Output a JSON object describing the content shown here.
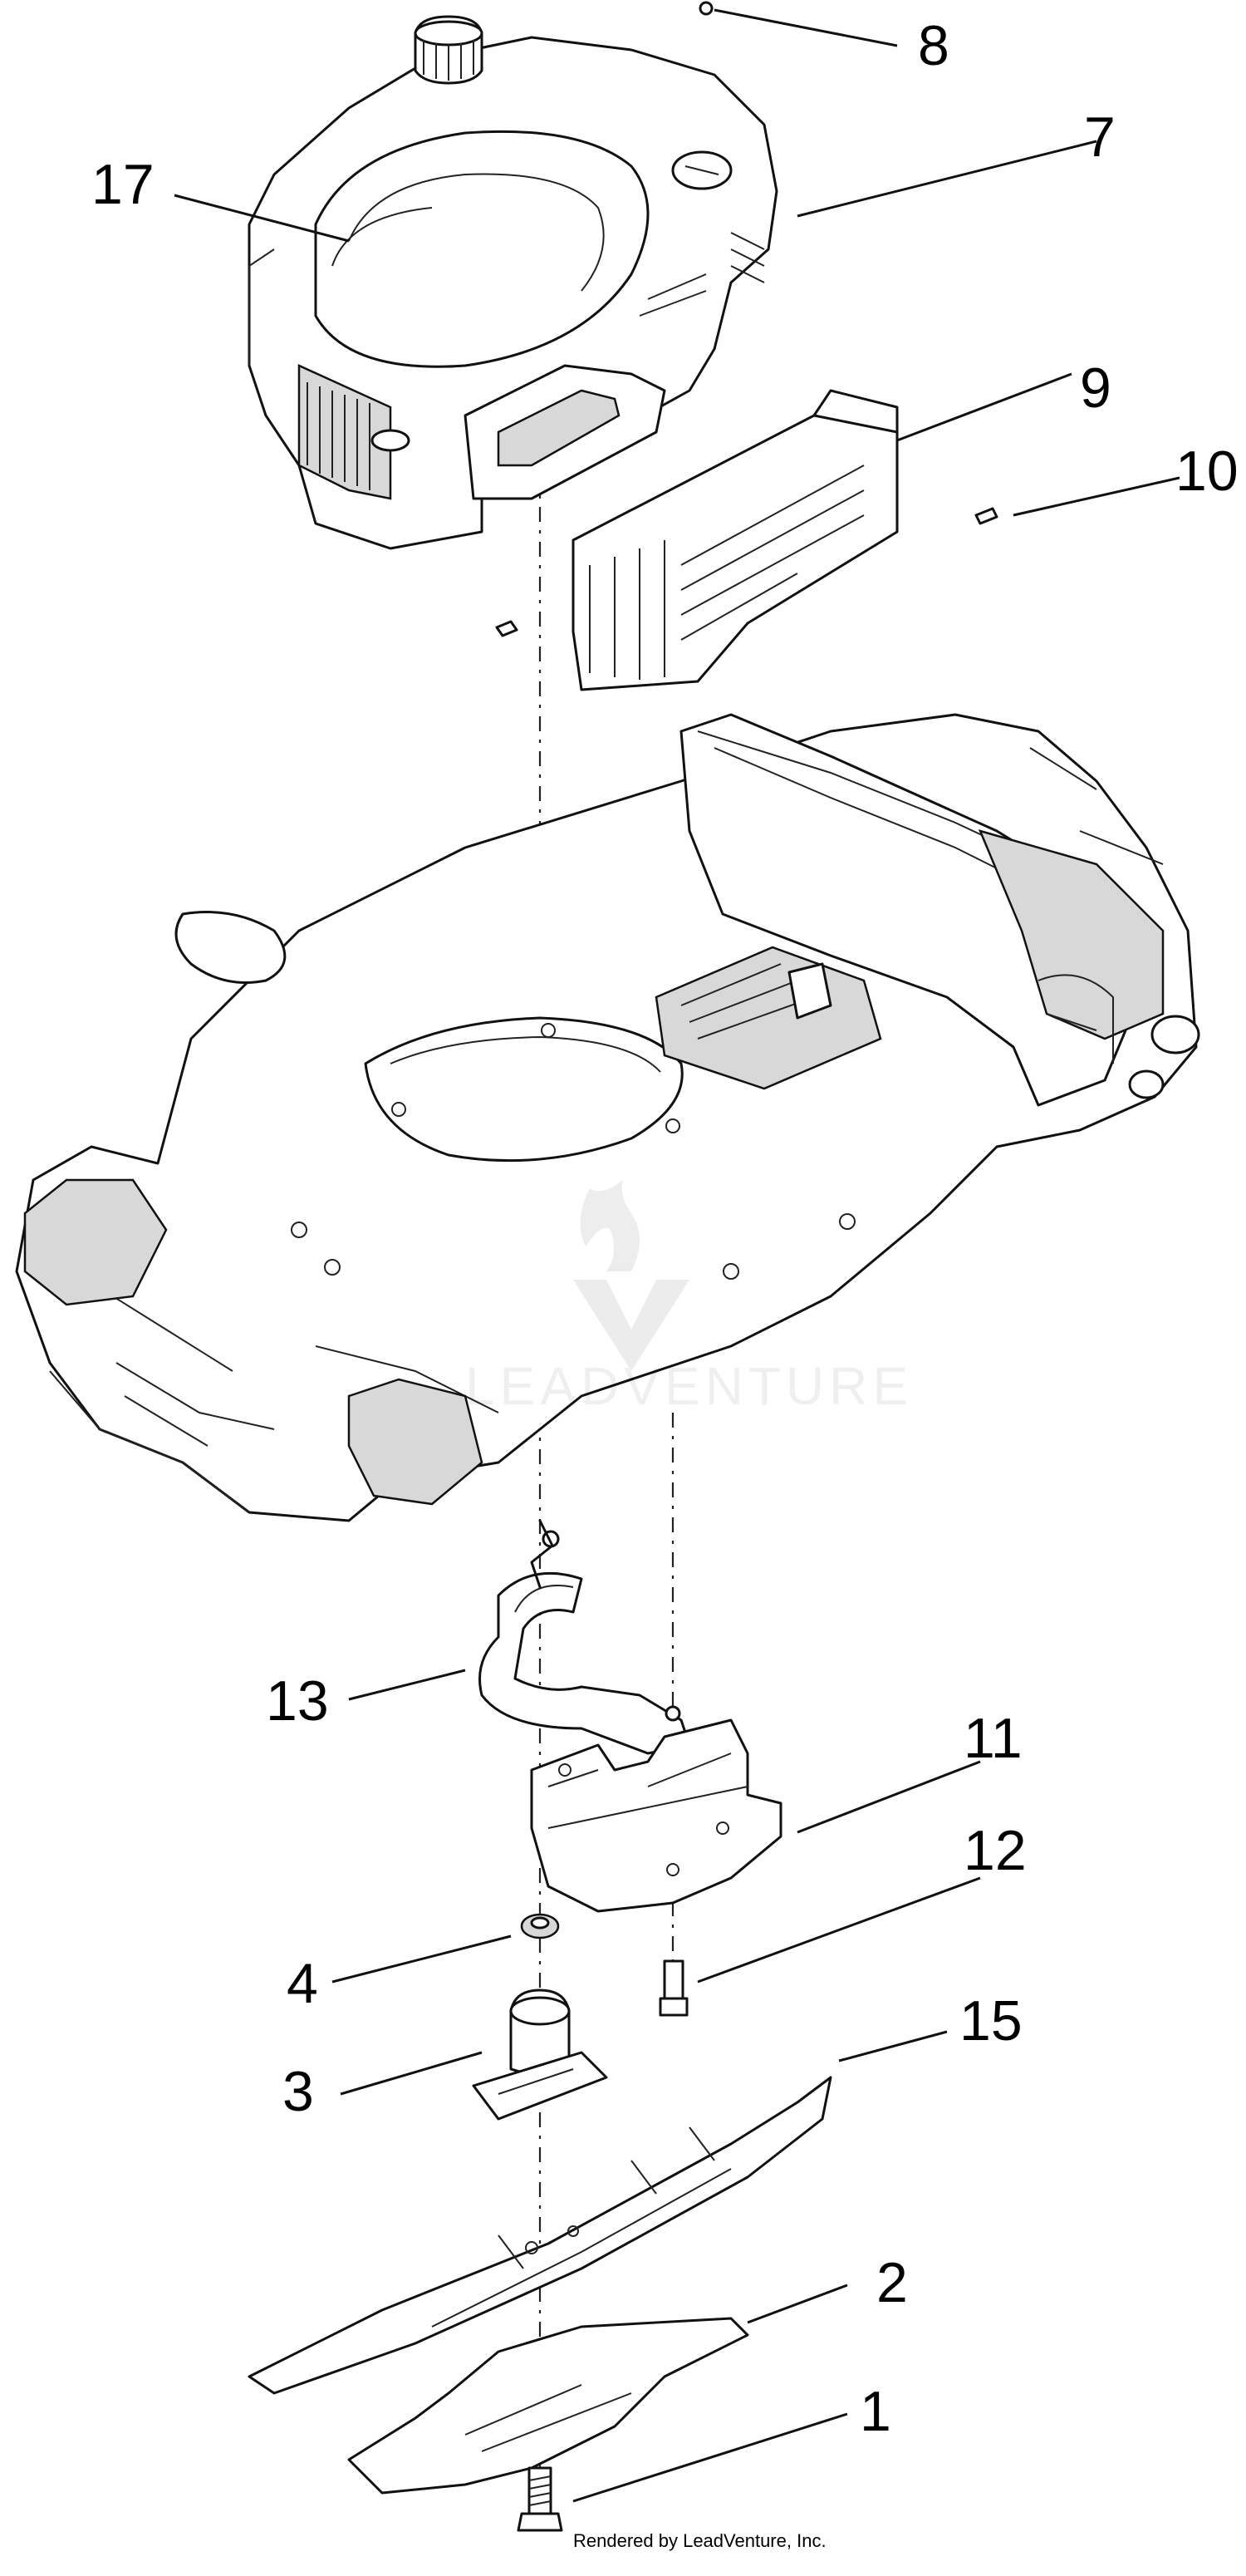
{
  "callouts": {
    "c1": "1",
    "c2": "2",
    "c3": "3",
    "c4": "4",
    "c7": "7",
    "c8": "8",
    "c9": "9",
    "c10": "10",
    "c11": "11",
    "c12": "12",
    "c13": "13",
    "c15": "15",
    "c17": "17"
  },
  "watermark": "LEADVENTURE",
  "credit": "Rendered by LeadVenture, Inc."
}
